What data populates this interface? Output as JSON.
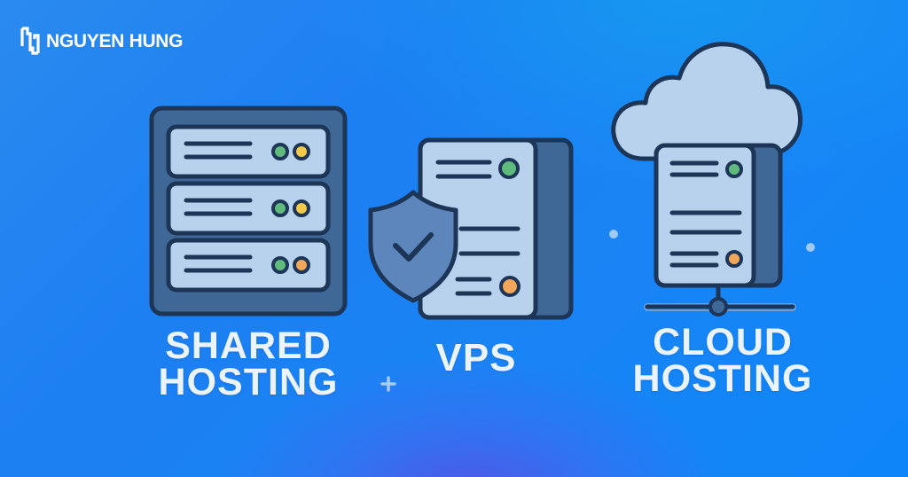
{
  "brand": {
    "name": "NGUYEN HUNG",
    "logo_icon": "nh-monogram-icon",
    "color": "#ffffff"
  },
  "background": {
    "gradient_start": "#2a8af0",
    "gradient_end": "#0e86f8",
    "glow_bottom": "#5850e6"
  },
  "palette": {
    "outline": "#1d3557",
    "panel_dark": "#3f6896",
    "panel_light": "#b8d2ee",
    "shield_fill": "#5d86bd",
    "led_green": "#5fba7d",
    "led_yellow": "#f2c94c",
    "led_orange": "#f2a65a",
    "text": "#eaf3fe"
  },
  "hosting_types": [
    {
      "id": "shared",
      "label_line1": "SHARED",
      "label_line2": "HOSTING",
      "icon": "server-rack-icon"
    },
    {
      "id": "vps",
      "label_line1": "VPS",
      "icon": "secured-server-icon"
    },
    {
      "id": "cloud",
      "label_line1": "CLOUD",
      "label_line2": "HOSTING",
      "icon": "cloud-server-icon"
    }
  ],
  "decorations": {
    "plus_icon": "plus-icon",
    "dots": 2
  }
}
